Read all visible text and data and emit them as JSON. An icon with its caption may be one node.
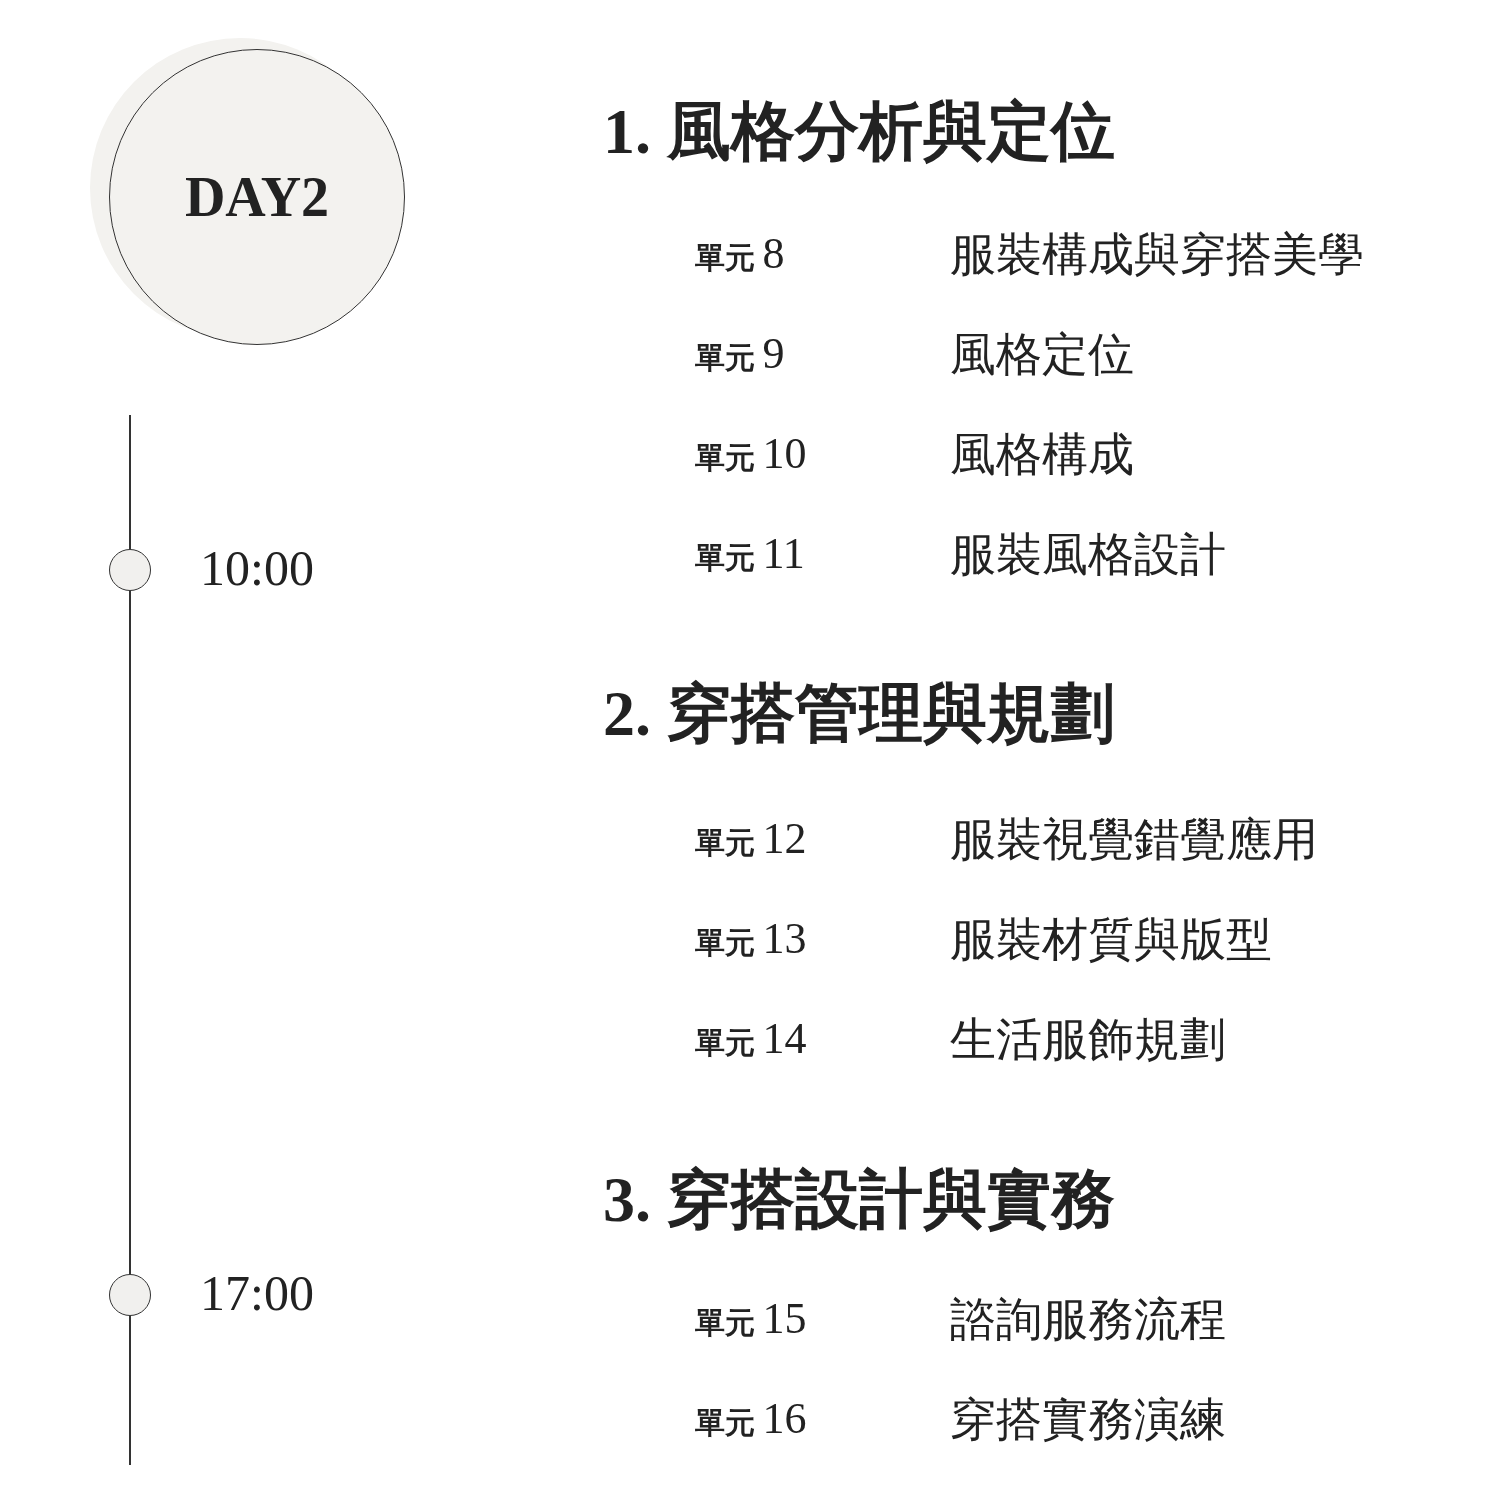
{
  "diagram": {
    "nodes": [
      {
        "text": [
          "DAY2"
        ]
      },
      {
        "text": [],
        "shape": "circle",
        "beside": [
          "10:00"
        ]
      },
      {
        "text": [],
        "shape": "circle",
        "beside": [
          "17:00"
        ]
      }
    ],
    "edges": [
      {
        "from": null,
        "to": 1,
        "arrow": "none"
      },
      {
        "from": 1,
        "to": 2,
        "arrow": "none"
      },
      {
        "from": 2,
        "to": null,
        "arrow": "none"
      }
    ],
    "labels": [
      "1. 風格分析與定位",
      "單元 8",
      "服裝構成與穿搭美學",
      "單元 9",
      "風格定位",
      "單元 10",
      "風格構成",
      "單元 11",
      "服裝風格設計",
      "2. 穿搭管理與規劃",
      "單元 12",
      "服裝視覺錯覺應用",
      "單元 13",
      "服裝材質與版型",
      "單元 14",
      "生活服飾規劃",
      "3. 穿搭設計與實務",
      "單元 15",
      "諮詢服務流程",
      "單元 16",
      "穿搭實務演練"
    ]
  }
}
